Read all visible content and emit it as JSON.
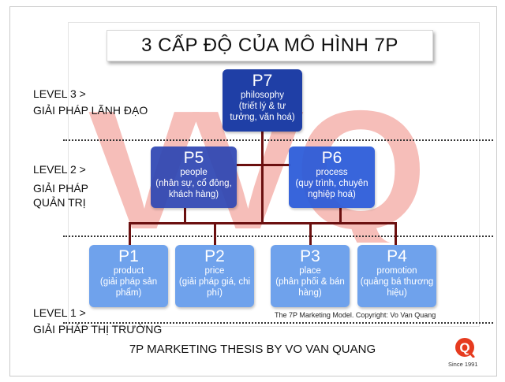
{
  "title": "3 CẤP ĐỘ CỦA MÔ HÌNH 7P",
  "levels": [
    {
      "label": "LEVEL 3 >",
      "name": "GIẢI PHÁP LÃNH ĐẠO"
    },
    {
      "label": "LEVEL 2 >",
      "name_line1": "GIẢI PHÁP",
      "name_line2": "QUẢN TRỊ"
    },
    {
      "label": "LEVEL 1 >",
      "name": "GIẢI PHÁP THỊ TRƯỜNG"
    }
  ],
  "nodes": {
    "p7": {
      "code": "P7",
      "name": "philosophy",
      "desc": "(triết lý & tư tưởng, văn hoá)"
    },
    "p5": {
      "code": "P5",
      "name": "people",
      "desc": "(nhân sự, cổ đông, khách hàng)"
    },
    "p6": {
      "code": "P6",
      "name": "process",
      "desc": "(quy trình, chuyên nghiệp hoá)"
    },
    "p1": {
      "code": "P1",
      "name": "product",
      "desc": "(giải pháp sản phẩm)"
    },
    "p2": {
      "code": "P2",
      "name": "price",
      "desc": "(giải pháp giá, chi phí)"
    },
    "p3": {
      "code": "P3",
      "name": "place",
      "desc": "(phân phối & bán hàng)"
    },
    "p4": {
      "code": "P4",
      "name": "promotion",
      "desc": "(quảng bá thương hiệu)"
    }
  },
  "watermark": "VVQ",
  "copyright": "The 7P Marketing Model. Copyright: Vo Van Quang",
  "footer": "7P MARKETING THESIS BY VO VAN QUANG",
  "logo_mark": "Q",
  "since": "Since 1991",
  "colors": {
    "top_node": "#1f3fa6",
    "mid_node": "#2f47b3",
    "low_node": "#6fa2ec",
    "connector": "#6b1010",
    "watermark": "#f08a80",
    "logo": "#e63b1f"
  }
}
